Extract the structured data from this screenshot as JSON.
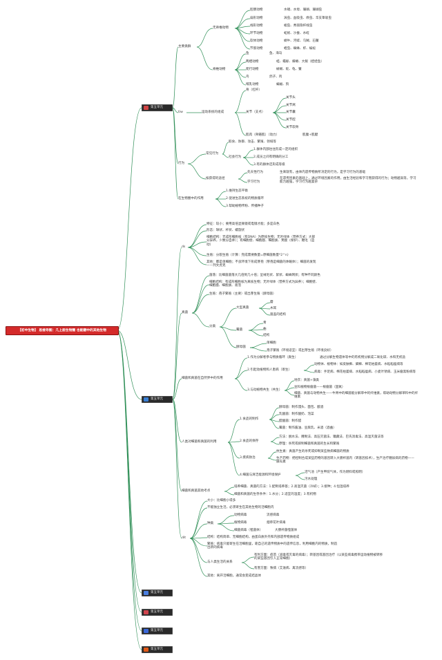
{
  "root": "【初中生物】 思维导图：几上册生物圈 也能翻中的其他生物",
  "branches": [
    {
      "label": "第五单元",
      "color": "#d14545"
    },
    {
      "label": "第五单元",
      "color": "#3a7fd4"
    },
    {
      "label": "第五单元",
      "color": "#4a7fe0"
    },
    {
      "label": "第五单元",
      "color": "#d1454e"
    },
    {
      "label": "第五单元",
      "color": "#3a68d8"
    },
    {
      "label": "第五单元",
      "color": "#e05a1a"
    }
  ],
  "sec1": {
    "main_types": "主要类群",
    "invertebrates": "无脊椎动物",
    "inv_items": [
      "腔肠动物",
      "扁形动物",
      "线形动物",
      "环节动物",
      "软体动物",
      "节肢动物"
    ],
    "inv_desc": [
      "水螅、水母、珊瑚、珊瑚虫",
      "涡虫、血吸虫、绦虫、华支睾吸虫",
      "蛔虫、秀丽隐杆线虫",
      "蚯蚓、沙蚕、水蛭",
      "蜗牛、河蚌、乌贼、石鳖",
      "蝗虫、蜘蛛、虾、蜈蚣"
    ],
    "vertebrates": "脊椎动物",
    "ver_items": [
      "鱼",
      "两栖动物",
      "爬行动物",
      "鸟",
      "哺乳动物"
    ],
    "ver_desc": [
      "鱼、海马",
      "蛙、蟾蜍、蝾螈、大鲵（娃娃鱼）",
      "蜥蜴、蛇、龟、鳖",
      "鸽子、鸡",
      "蝙蝠、狗"
    ],
    "motion": "运动",
    "motion_system": "运动系统的组成",
    "bone": "骨（杠杆）",
    "joint": "关节（支点）",
    "joint_parts": [
      "关节头",
      "关节窝",
      "关节囊",
      "关节腔",
      "关节软骨"
    ],
    "muscle": "肌肉（骨骼肌）（动力）",
    "muscle_parts": "肌腹+肌腱",
    "behavior": "行为",
    "innate": "常见行为",
    "innate_list": "取食、防御、攻击、繁殖、领域等",
    "social": "社会行为",
    "social_list": [
      "1.群体内部往往形成一定的组织",
      "2.成员之间有明确的分工",
      "3.有的群体还形成等级"
    ],
    "types": "按获得的途径",
    "instinct": "先天性行为",
    "instinct_desc": "生来就有，由体内遗传物质所决定的行为，是学习行为的基础",
    "learned": "学习行为",
    "learned_desc": "在遗传因素的基础上，通过环境因素的作用，由生活经验和学习而获得的行为；动物越高等，学习能力越强，学习行为越复杂",
    "role": "在生物圈中的作用",
    "role_list": [
      "1.维持生态平衡",
      "2.促进生态系统的物质循环",
      "3.帮助植物传粉、传播种子"
    ]
  },
  "sec2": {
    "bacteria": "细菌",
    "bac_items": [
      "形态：球状、杆状、螺旋状",
      "细胞结构：无成形细胞核（有DNA）为原核生物；无叶绿体（营养方式：大部分异养，少数分自养）；有细胞壁、细胞膜、细胞质、荚膜（保护）、鞭毛（运动）",
      "生殖：分裂生殖（计算：完成需要数量=原细菌数量*2^n）",
      "其他：都是单细胞；不良环境下形成芽孢（芽孢是细菌的休眠体）；细菌的发现——列文虎克"
    ],
    "bac_size": "特征：较小；要用高倍显微镜或电镜才能；多是白色",
    "fungi": "真菌",
    "fungi_items": [
      "菌落：比细菌菌落大几倍到几十倍；呈绒毛状、絮状、蜘蛛网状；有种不同颜色",
      "细胞结构：有成形细胞核为真核生物；无叶绿体（营养方式为异养）；细胞壁、细胞膜、细胞质、液泡",
      "生殖：孢子繁殖（主要）或出芽生殖（酵母菌）"
    ],
    "classify": "分类",
    "big_fungi": "大型真菌",
    "big_list": [
      "蘑",
      "木耳",
      "菌盖的结构"
    ],
    "mold": "霉菌",
    "mold_list": [
      "青",
      "曲",
      "结构"
    ],
    "yeast": "酵母菌",
    "yeast_list": [
      "单细胞",
      "孢子繁殖（环境适宜）或出芽生殖（环境良好）"
    ],
    "role": "细菌和真菌在自然界中的作用",
    "role_items": [
      "1.作为分解者参与物质循环（腐生）",
      "2.引起动植物和人患病（寄生）",
      "3.与动植物共生（共生）"
    ],
    "role_desc1": "通过分解生物遗体等中的有机物分解成二氧化碳、水和无机盐",
    "role_desc2a": "动物体、植物体：如皮肤癣、脚癣、棉花枯萎病、水稻稻瘟病等",
    "role_desc2b": "病毒：手足病、棉花枯萎病、水稻稻瘟病、小麦叶锈病、玉米瘤黑粉病等",
    "role_desc3a": "地衣：真菌+藻类",
    "role_desc3b": "豆科植物根瘤菌——根瘤菌（固氮）",
    "role_desc3c": "细菌、真菌与动物共生——牛胃中的细菌能分解草中的纤维素，帮助动物分解草料中的纤维素",
    "use": "人类对细菌和真菌的利用",
    "use_items": [
      "1.食品的制作",
      "2.食品的保存",
      "3.疾病防治",
      "4.细菌与清洁能源和环境保护"
    ],
    "food_list": [
      "酵母菌：制作馒头、面包、酿酒",
      "乳酸菌：制作酸奶、泡菜",
      "醋酸菌：制作醋",
      "霉菌：制作酱油、豆腐乳、米酒（酒曲）"
    ],
    "keep_list": [
      "方法：脱水法、腌制法、高压灭菌法、罐藏法、巴氏消毒法、高温灭菌法等",
      "原理：杀死或抑制细菌和真菌的生长和繁殖"
    ],
    "cure_list": [
      "抗生素：真菌产生的杀死或抑制某些致病细菌的物质",
      "生产药物：把控制合成某些药物的基因转入大肠杆菌内（转基因技术），生产治疗糖尿病的药物——胰岛素"
    ],
    "env_list": [
      "沼气池（产生甲烷气体，作为燃料或照明）",
      "污水处理"
    ],
    "virus_label": "病毒",
    "virus_items": [
      "大小：比细胞小得多",
      "不能独立生活，必须寄生在其他生物的活细胞内"
    ],
    "kinds": "种类",
    "kinds_list": [
      "动物病毒",
      "植物病毒",
      "细菌病毒（噬菌体）"
    ],
    "kinds_desc": [
      "流感病毒",
      "烟草花叶病毒",
      "大肠杆菌噬菌体"
    ],
    "structure": "结构：结构简单、无细胞结构，由蛋白质外壳和内部遗传物质组成",
    "repro": "繁殖：病毒只能寄生在活细胞里，靠自己的遗传物质中的遗传信息，利用细胞内的物质，制造出新的病毒",
    "relation": "与人类生活的关系",
    "relation_list": [
      "有利方面：疫苗（减毒或灭毒的病毒）；转基因或基因治疗（以某些病毒携带运动植物被转移的某些基因引入正常细胞）",
      "有害方面：致病（艾滋病、禽流感等）"
    ],
    "other": "其他：离开活细胞，通常会变成结晶体",
    "breed": "细菌和真菌其他考点",
    "breed_items": [
      "培养细菌、真菌的方法：1.配制培养基；2.高温灭菌（冷却）；3.接种；4.恒温培养",
      "细菌和真菌的生存条件：1.水分；2.适宜的温度；3.有机物"
    ]
  },
  "labels": {
    "s_ds": "ds",
    "s_tiw": "tiw",
    "s_dit": "dit",
    "s_main": "主要类群"
  }
}
